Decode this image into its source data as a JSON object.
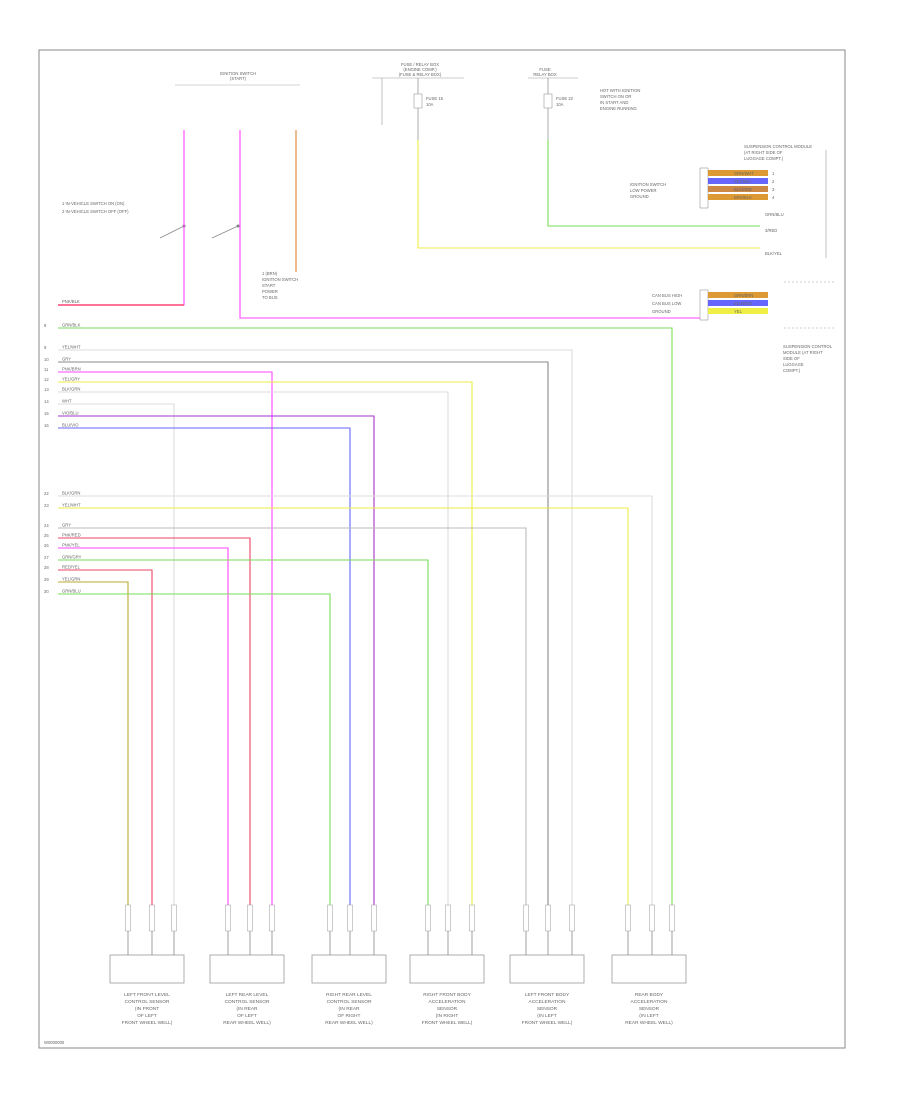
{
  "footer_code": "W0000000",
  "colors": {
    "magenta": "#ff44ff",
    "pink_red": "#ff4477",
    "green": "#77dd55",
    "yellow": "#eeee44",
    "gray": "#888888",
    "white": "#dddddd",
    "lgray": "#bbbbbb",
    "purple": "#aa33cc",
    "blue": "#6666ff",
    "olive": "#bbaa33",
    "red": "#ee4466",
    "orange": "#dd8833"
  },
  "top_labels": {
    "ignition_switch": [
      "IGNITION SWITCH",
      "(START)"
    ],
    "fuse_relay_box": [
      "FUSE / RELAY BOX",
      "(ENGINE COMP.)",
      "(FUSE & RELAY BOX)"
    ],
    "relay_box": [
      "FUSE",
      "RELAY BOX"
    ],
    "fuse_a": "FUSE 15",
    "fuse_b": "FUSE 22",
    "fuse_a_amp": "10A",
    "fuse_b_amp": "10A",
    "right_hot": [
      "HOT WITH IGNITION",
      "SWITCH ON OR",
      "IN START AND",
      "ENGINE RUNNING"
    ]
  },
  "switch_labels": [
    "1  IN-VEHICLE SWITCH ON (ON)",
    "2  IN-VEHICLE SWITCH OFF (OFF)"
  ],
  "switch_pin_labels": [
    "1 (BRN)",
    "IGNITION SWITCH",
    "START",
    "POWER",
    "TO BUS"
  ],
  "right_connector": {
    "title": [
      "SUSPENSION CONTROL MODULE",
      "(AT RIGHT SIDE OF",
      "LUGGAGE COMPT.)"
    ],
    "side_labels": [
      "IGNITION SWITCH",
      "LOW POWER",
      "GROUND"
    ],
    "pins": [
      "GRN/WHT",
      "YEL/BLK",
      "BLK/RED",
      "BRN/BLK"
    ],
    "pin_nums": [
      "1",
      "2",
      "3",
      "4"
    ],
    "extra": [
      "GRN/BLU",
      "3/RED",
      "BLK/YEL"
    ]
  },
  "right_connector2": {
    "labels": [
      "CAN BUS HIGH",
      "CAN BUS LOW",
      "GROUND"
    ],
    "pins": [
      "GRN/BRN",
      "BLU/RED",
      "YEL"
    ],
    "title": [
      "SUSPENSION CONTROL",
      "MODULE (AT RIGHT",
      "SIDE OF",
      "LUGGAGE",
      "COMPT.)"
    ]
  },
  "wire_labels_left": [
    "PNK/BLK",
    "GRN/BLK",
    "YEL/WHT",
    "GRY",
    "PNK/BRN",
    "YEL/GRY",
    "BLK/GRN",
    "WHT",
    "VIO/BLU",
    "BLU/VIO"
  ],
  "wire_labels_mid": [
    "BLK/GRN",
    "YEL/WHT",
    "GRY",
    "PNK/RED",
    "PNK/YEL",
    "GRN/GRY",
    "RED/YEL",
    "YEL/GRN",
    "GRN/BLU"
  ],
  "pin_nums_left": [
    "8",
    "9",
    "10",
    "11",
    "12",
    "13",
    "14",
    "15",
    "16",
    "17"
  ],
  "pin_nums_mid": [
    "22",
    "23",
    "24",
    "25",
    "26",
    "27",
    "28",
    "29",
    "30"
  ],
  "components": [
    [
      "LEFT FRONT LEVEL",
      "CONTROL SENSOR",
      "(IN FRONT",
      "OF LEFT",
      "FRONT WHEEL WELL)"
    ],
    [
      "LEFT REAR LEVEL",
      "CONTROL SENSOR",
      "(IN REAR",
      "OF LEFT",
      "REAR WHEEL WELL)"
    ],
    [
      "RIGHT REAR LEVEL",
      "CONTROL SENSOR",
      "(IN REAR",
      "OF RIGHT",
      "REAR WHEEL WELL)"
    ],
    [
      "RIGHT FRONT BODY",
      "ACCELERATION",
      "SENSOR",
      "(IN RIGHT",
      "FRONT WHEEL WELL)"
    ],
    [
      "LEFT FRONT BODY",
      "ACCELERATION",
      "SENSOR",
      "(IN LEFT",
      "FRONT WHEEL WELL)"
    ],
    [
      "REAR BODY",
      "ACCELERATION",
      "SENSOR",
      "(IN LEFT",
      "REAR WHEEL WELL)"
    ]
  ]
}
